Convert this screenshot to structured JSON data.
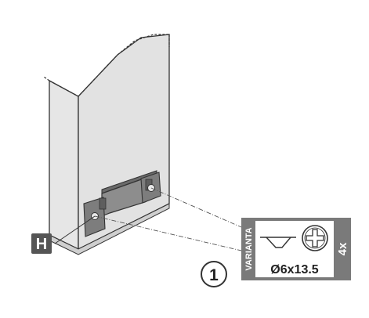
{
  "callouts": {
    "part_label": "H",
    "step_number": "1"
  },
  "hardware_card": {
    "variant_label": "VARIANTA",
    "screw_size": "Ø6x13.5",
    "quantity": "4x",
    "screw_icon": "countersunk-screw-icon",
    "head_icon": "phillips-head-icon"
  },
  "colors": {
    "panel_fill": "#e2e2e2",
    "panel_edge": "#cfcfcf",
    "bracket_fill": "#8d8d8d",
    "bracket_dark": "#5e5e5e",
    "label_dark": "#555555",
    "card_grey": "#7a7a7a",
    "outline": "#333333"
  }
}
